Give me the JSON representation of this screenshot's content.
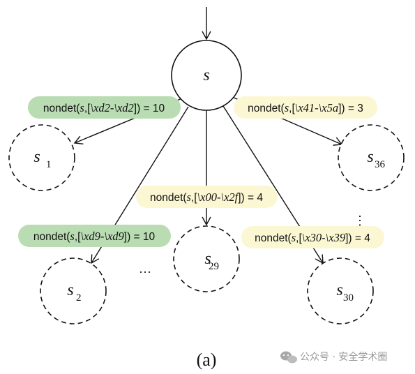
{
  "caption": "(a)",
  "root": {
    "label": "s"
  },
  "nodes": [
    {
      "id": "s1",
      "base": "s",
      "sub": "1"
    },
    {
      "id": "s2",
      "base": "s",
      "sub": "2"
    },
    {
      "id": "s29",
      "base": "s",
      "sub": "29"
    },
    {
      "id": "s30",
      "base": "s",
      "sub": "30"
    },
    {
      "id": "s36",
      "base": "s",
      "sub": "36"
    }
  ],
  "edges": [
    {
      "id": "to-s1",
      "target": "s1",
      "pre": "nondet(",
      "var": "s",
      "mid": ",[",
      "range": "\\xd2-\\xd2",
      "post": "]) = 10",
      "highlight": "green"
    },
    {
      "id": "to-s2",
      "target": "s2",
      "pre": "nondet(",
      "var": "s",
      "mid": ",[",
      "range": "\\xd9-\\xd9",
      "post": "]) = 10",
      "highlight": "green"
    },
    {
      "id": "to-s29",
      "target": "s29",
      "pre": "nondet(",
      "var": "s",
      "mid": ",[",
      "range": "\\x00-\\x2f",
      "post": "]) = 4",
      "highlight": "yellow"
    },
    {
      "id": "to-s30",
      "target": "s30",
      "pre": "nondet(",
      "var": "s",
      "mid": ",[",
      "range": "\\x30-\\x39",
      "post": "]) = 4",
      "highlight": "yellow"
    },
    {
      "id": "to-s36",
      "target": "s36",
      "pre": "nondet(",
      "var": "s",
      "mid": ",[",
      "range": "\\x41-\\x5a",
      "post": "]) = 3",
      "highlight": "yellow"
    }
  ],
  "ellipsis_h": "···",
  "ellipsis_v": "⋮",
  "watermark": "公众号 · 安全学术圈",
  "colors": {
    "green": "#b9dcb2",
    "yellow": "#fbf7d3",
    "stroke": "#111111"
  }
}
